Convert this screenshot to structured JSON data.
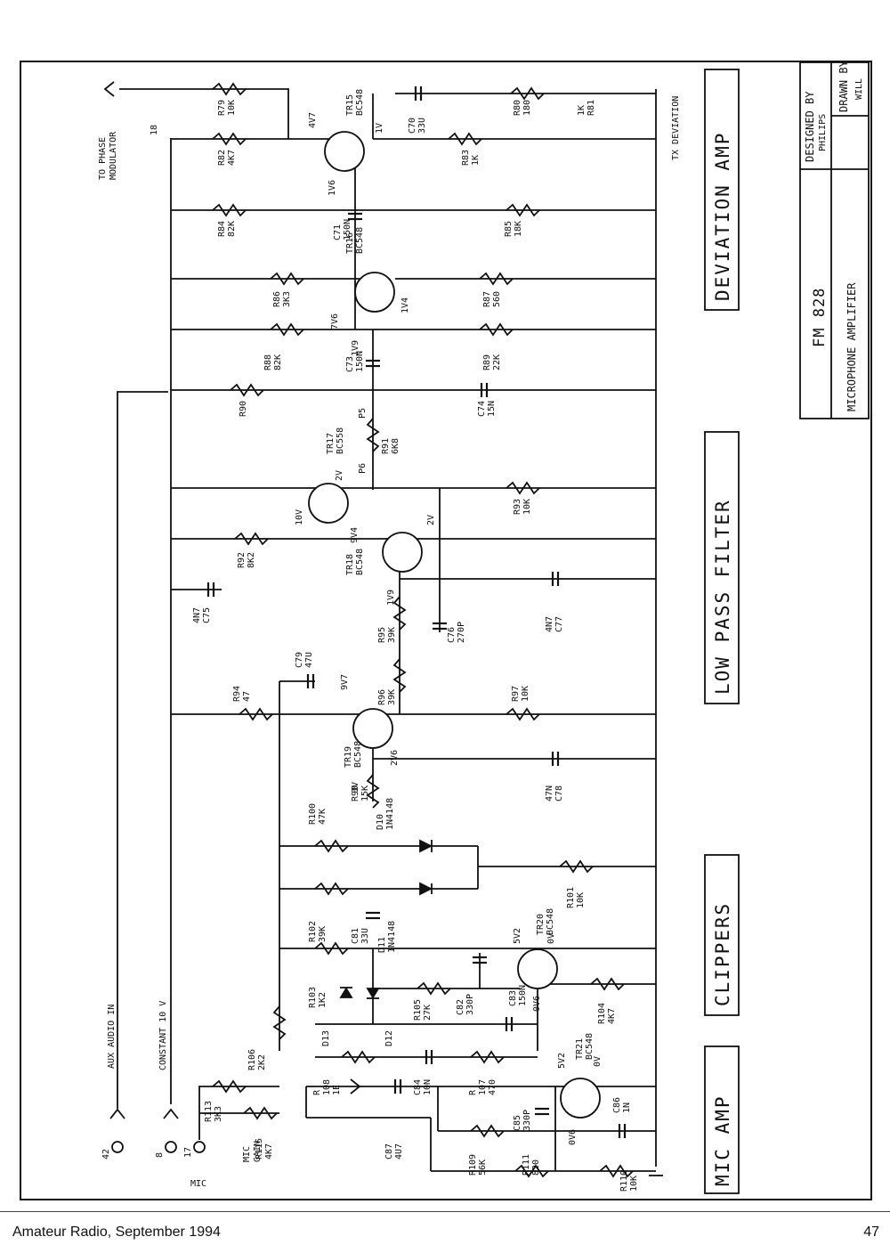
{
  "sections": {
    "deviation_amp": "DEVIATION AMP",
    "low_pass_filter": "LOW PASS FILTER",
    "clippers": "CLIPPERS",
    "mic_amp": "MIC AMP"
  },
  "title_block": {
    "model": "FM 828",
    "title": "MICROPHONE AMPLIFIER",
    "designed_by_label": "DESIGNED BY",
    "designed_by": "PHILIPS",
    "drawn_by_label": "DRAWN BY",
    "drawn_by": "WILL"
  },
  "connectors": {
    "to_phase_modulator": [
      "TO PHASE",
      "MODULATOR"
    ],
    "pin_18": "18",
    "tx_deviation": "TX DEVIATION",
    "aux_audio_in": "AUX AUDIO IN",
    "pin_42": "42",
    "constant_10v": "CONSTANT 10 V",
    "pin_8": "8",
    "pin_17": "17",
    "mic": "MIC",
    "mic_gain": [
      "MIC",
      "GAIN"
    ]
  },
  "components": {
    "R79": [
      "R79",
      "10K"
    ],
    "R82": [
      "R82",
      "4K7"
    ],
    "R84": [
      "R84",
      "82K"
    ],
    "R86": [
      "R86",
      "3K3"
    ],
    "R88": [
      "R88",
      "82K"
    ],
    "R90": "R90",
    "R80": [
      "R80",
      "180"
    ],
    "R81": [
      "1K",
      "R81"
    ],
    "R83": [
      "R83",
      "1K"
    ],
    "R85": [
      "R85",
      "18K"
    ],
    "R87": [
      "R87",
      "560"
    ],
    "R89": [
      "R89",
      "22K"
    ],
    "C70": [
      "C70",
      "33U"
    ],
    "C71": [
      "C71",
      "150N"
    ],
    "C73": [
      "C73",
      "150N"
    ],
    "C74": [
      "C74",
      "15N"
    ],
    "TR15": [
      "TR15",
      "BC548"
    ],
    "TR16": [
      "TR16",
      "BC548"
    ],
    "TR17": [
      "TR17",
      "BC558"
    ],
    "TR18": [
      "TR18",
      "BC548"
    ],
    "TR19": [
      "TR19",
      "BC548"
    ],
    "TR20": [
      "TR20",
      "BC548"
    ],
    "TR21": [
      "TR21",
      "BC548"
    ],
    "R91": [
      "R91",
      "6K8"
    ],
    "P5": "P5",
    "P6": "P6",
    "R92": [
      "R92",
      "8K2"
    ],
    "R93": [
      "R93",
      "10K"
    ],
    "C75": [
      "4N7",
      "C75"
    ],
    "C76": [
      "C76",
      "270P"
    ],
    "C77": [
      "4N7",
      "C77"
    ],
    "R95": [
      "R95",
      "39K"
    ],
    "R96": [
      "R96",
      "39K"
    ],
    "R94": [
      "R94",
      "47"
    ],
    "R97": [
      "R97",
      "10K"
    ],
    "C79": [
      "C79",
      "47U"
    ],
    "C78": [
      "47N",
      "C78"
    ],
    "R98": [
      "R98",
      "15K"
    ],
    "R100": [
      "R100",
      "47K"
    ],
    "D10": [
      "D10",
      "1N4148"
    ],
    "D11": [
      "D11",
      "1N4148"
    ],
    "R101": [
      "R101",
      "10K"
    ],
    "R102": [
      "R102",
      "39K"
    ],
    "C81": [
      "C81",
      "33U"
    ],
    "R103": [
      "R103",
      "1K2"
    ],
    "R105": [
      "R105",
      "27K"
    ],
    "C82": [
      "C82",
      "330P"
    ],
    "D13": "D13",
    "D12": "D12",
    "C83": [
      "C83",
      "150N"
    ],
    "R104": [
      "R104",
      "4K7"
    ],
    "R106": [
      "R106",
      "2K2"
    ],
    "R108": [
      "R",
      "108",
      "1E"
    ],
    "C84": [
      "C84",
      "10N"
    ],
    "R107": [
      "R",
      "107",
      "470"
    ],
    "R113": [
      "R113",
      "3K3"
    ],
    "R115": [
      "R115",
      "4K7"
    ],
    "C87": [
      "C87",
      "4U7"
    ],
    "C85": [
      "C85",
      "330P"
    ],
    "C86": [
      "C86",
      "1N"
    ],
    "R109": [
      "R109",
      "56K"
    ],
    "R111": [
      "R111",
      "820"
    ],
    "R110": [
      "R110",
      "10K"
    ]
  },
  "voltages": {
    "TR15_c": "1V",
    "TR15_b": "4V7",
    "TR15_e": "1V6",
    "TR16_b": "7V6",
    "TR16_c": "1V9",
    "TR16_e": "1V4",
    "TR17_b": "10V",
    "TR17_c": "2V",
    "TR17_e": "9V4",
    "TR18_e": "2V",
    "TR18_b": "1V9",
    "TR19_c": "9V7",
    "TR19_e": "2V6",
    "TR19_b": "3V",
    "TR20_c": "5V2",
    "TR20_e": "0V",
    "TR20_b": "0V6",
    "TR21_c": "5V2",
    "TR21_e": "0V",
    "TR21_b": "0V6"
  },
  "footer": {
    "left": "Amateur Radio, September 1994",
    "page": "47"
  }
}
